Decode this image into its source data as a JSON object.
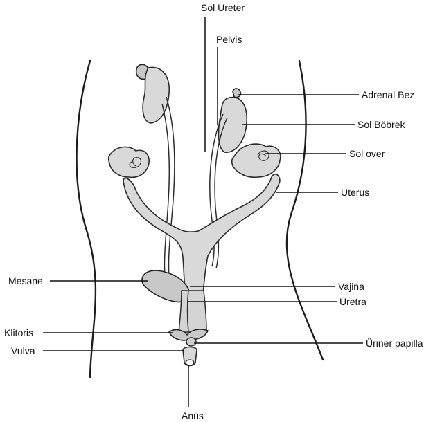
{
  "labels": {
    "sol_ureter": "Sol Üreter",
    "pelvis": "Pelvis",
    "adrenal_bez": "Adrenal Bez",
    "sol_bobrek": "Sol Böbrek",
    "sol_over": "Sol over",
    "uterus": "Uterus",
    "mesane": "Mesane",
    "vajina": "Vajina",
    "uretra": "Üretra",
    "klitoris": "Klitoris",
    "vulva": "Vulva",
    "uriner_papilla": "Üriner papilla",
    "anus": "Anüs"
  }
}
